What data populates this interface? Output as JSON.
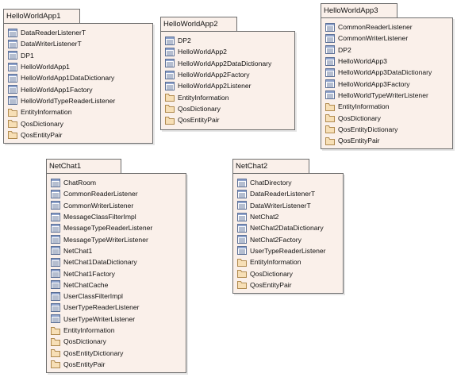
{
  "packages": [
    {
      "name": "HelloWorldApp1",
      "items": [
        {
          "label": "DataReaderListenerT",
          "icon": "class-icon"
        },
        {
          "label": "DataWriterListenerT",
          "icon": "class-icon"
        },
        {
          "label": "DP1",
          "icon": "class-icon"
        },
        {
          "label": "HelloWorldApp1",
          "icon": "class-icon"
        },
        {
          "label": "HelloWorldApp1DataDictionary",
          "icon": "class-icon"
        },
        {
          "label": "HelloWorldApp1Factory",
          "icon": "class-icon"
        },
        {
          "label": "HelloWorldTypeReaderListener",
          "icon": "class-icon"
        },
        {
          "label": "EntityInformation",
          "icon": "folder-icon"
        },
        {
          "label": "QosDictionary",
          "icon": "folder-icon"
        },
        {
          "label": "QosEntityPair",
          "icon": "folder-icon"
        }
      ]
    },
    {
      "name": "HelloWorldApp2",
      "items": [
        {
          "label": "DP2",
          "icon": "class-icon"
        },
        {
          "label": "HelloWorldApp2",
          "icon": "class-icon"
        },
        {
          "label": "HelloWorldApp2DataDictionary",
          "icon": "class-icon"
        },
        {
          "label": "HelloWorldApp2Factory",
          "icon": "class-icon"
        },
        {
          "label": "HelloWorldApp2Listener",
          "icon": "class-icon"
        },
        {
          "label": "EntityInformation",
          "icon": "folder-icon"
        },
        {
          "label": "QosDictionary",
          "icon": "folder-icon"
        },
        {
          "label": "QosEntityPair",
          "icon": "folder-icon"
        }
      ]
    },
    {
      "name": "HelloWorldApp3",
      "items": [
        {
          "label": "CommonReaderListener",
          "icon": "class-icon"
        },
        {
          "label": "CommonWriterListener",
          "icon": "class-icon"
        },
        {
          "label": "DP2",
          "icon": "class-icon"
        },
        {
          "label": "HelloWorldApp3",
          "icon": "class-icon"
        },
        {
          "label": "HelloWorldApp3DataDictionary",
          "icon": "class-icon"
        },
        {
          "label": "HelloWorldApp3Factory",
          "icon": "class-icon"
        },
        {
          "label": "HelloWorldTypeWriterListener",
          "icon": "class-icon"
        },
        {
          "label": "EntityInformation",
          "icon": "folder-icon"
        },
        {
          "label": "QosDictionary",
          "icon": "folder-icon"
        },
        {
          "label": "QosEntityDictionary",
          "icon": "folder-icon"
        },
        {
          "label": "QosEntityPair",
          "icon": "folder-icon"
        }
      ]
    },
    {
      "name": "NetChat1",
      "items": [
        {
          "label": "ChatRoom",
          "icon": "class-icon"
        },
        {
          "label": "CommonReaderListener",
          "icon": "class-icon"
        },
        {
          "label": "CommonWriterListener",
          "icon": "class-icon"
        },
        {
          "label": "MessageClassFilterImpl",
          "icon": "class-icon"
        },
        {
          "label": "MessageTypeReaderListener",
          "icon": "class-icon"
        },
        {
          "label": "MessageTypeWriterListener",
          "icon": "class-icon"
        },
        {
          "label": "NetChat1",
          "icon": "class-icon"
        },
        {
          "label": "NetChat1DataDictionary",
          "icon": "class-icon"
        },
        {
          "label": "NetChat1Factory",
          "icon": "class-icon"
        },
        {
          "label": "NetChatCache",
          "icon": "class-icon"
        },
        {
          "label": "UserClassFilterImpl",
          "icon": "class-icon"
        },
        {
          "label": "UserTypeReaderListener",
          "icon": "class-icon"
        },
        {
          "label": "UserTypeWriterListener",
          "icon": "class-icon"
        },
        {
          "label": "EntityInformation",
          "icon": "folder-icon"
        },
        {
          "label": "QosDictionary",
          "icon": "folder-icon"
        },
        {
          "label": "QosEntityDictionary",
          "icon": "folder-icon"
        },
        {
          "label": "QosEntityPair",
          "icon": "folder-icon"
        }
      ]
    },
    {
      "name": "NetChat2",
      "items": [
        {
          "label": "ChatDirectory",
          "icon": "class-icon"
        },
        {
          "label": "DataReaderListenerT",
          "icon": "class-icon"
        },
        {
          "label": "DataWriterListenerT",
          "icon": "class-icon"
        },
        {
          "label": "NetChat2",
          "icon": "class-icon"
        },
        {
          "label": "NetChat2DataDictionary",
          "icon": "class-icon"
        },
        {
          "label": "NetChat2Factory",
          "icon": "class-icon"
        },
        {
          "label": "UserTypeReaderListener",
          "icon": "class-icon"
        },
        {
          "label": "EntityInformation",
          "icon": "folder-icon"
        },
        {
          "label": "QosDictionary",
          "icon": "folder-icon"
        },
        {
          "label": "QosEntityPair",
          "icon": "folder-icon"
        }
      ]
    }
  ]
}
